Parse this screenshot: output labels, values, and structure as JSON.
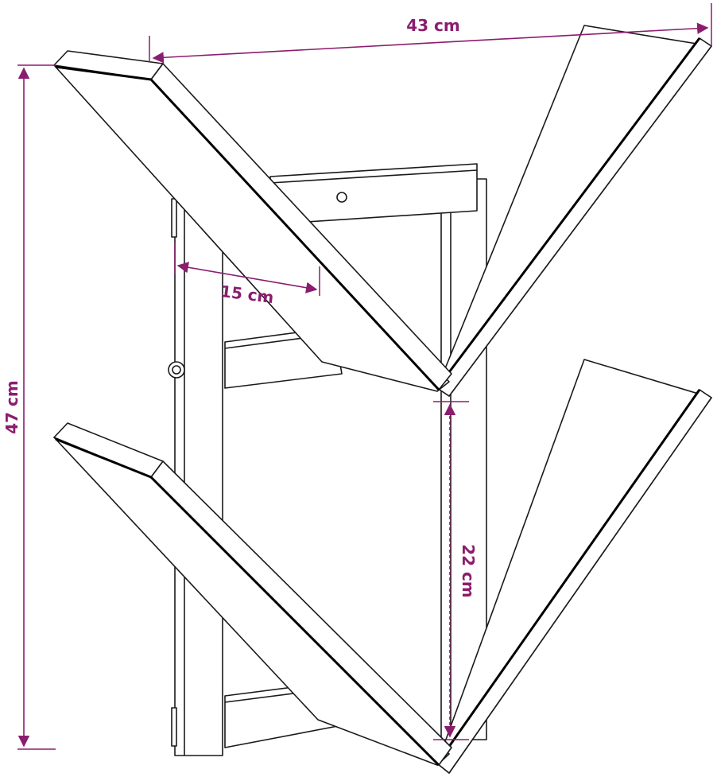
{
  "colors": {
    "dimension": "#8B1D6E",
    "outline": "#1a1a1a",
    "background": "#ffffff"
  },
  "dimensions": {
    "width_label": "43 cm",
    "height_label": "47 cm",
    "depth_label": "15 cm",
    "spacing_label": "22 cm"
  }
}
